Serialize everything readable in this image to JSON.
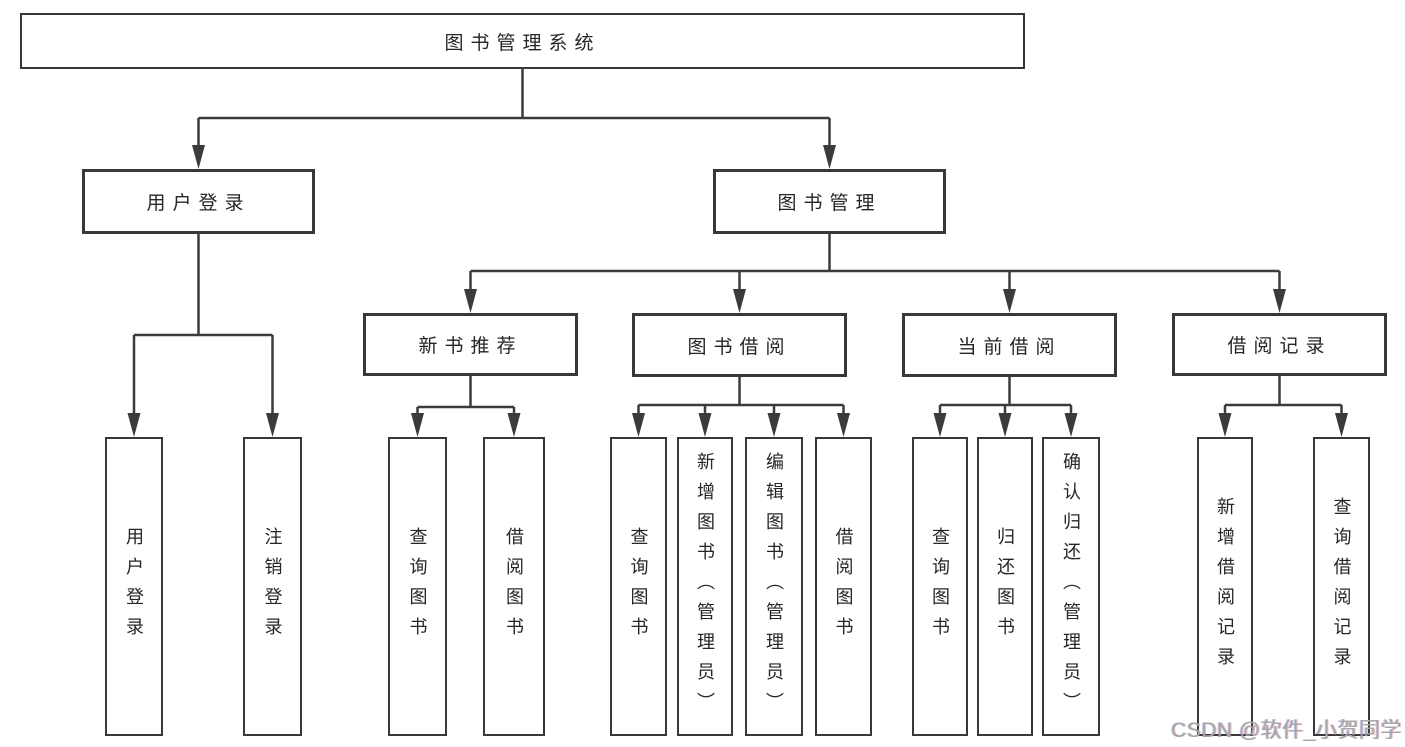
{
  "diagram": {
    "root": "图书管理系统",
    "level2": [
      "用户登录",
      "图书管理"
    ],
    "level3": [
      "新书推荐",
      "图书借阅",
      "当前借阅",
      "借阅记录"
    ],
    "leaves_user_login": [
      "用户登录",
      "注销登录"
    ],
    "leaves_new_books": [
      "查询图书",
      "借阅图书"
    ],
    "leaves_book_borrowing": [
      "查询图书",
      "新增图书（管理员）",
      "编辑图书（管理员）",
      "借阅图书"
    ],
    "leaves_current_borrowing": [
      "查询图书",
      "归还图书",
      "确认归还（管理员）"
    ],
    "leaves_borrowing_records": [
      "新增借阅记录",
      "查询借阅记录"
    ],
    "watermark": "CSDN @软件_小贺同学",
    "colors": {
      "line": "#3b3b3b",
      "box_border": "#383838",
      "text": "#262626",
      "watermark": "#a6a6a6",
      "background": "#ffffff"
    }
  }
}
